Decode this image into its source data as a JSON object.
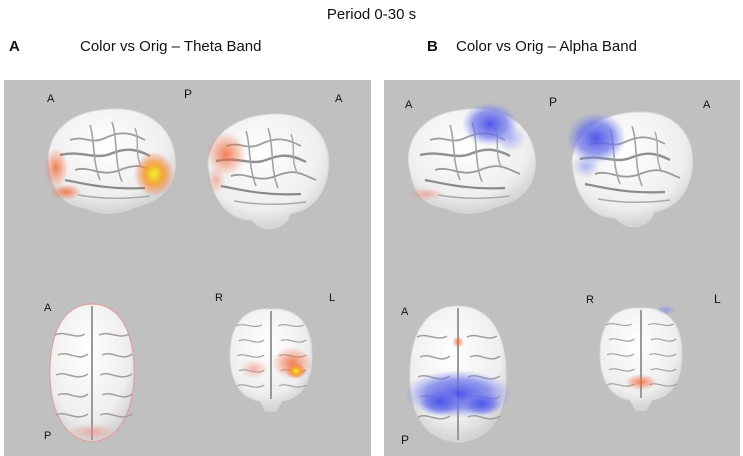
{
  "figure": {
    "title": "Period 0-30 s",
    "panels": [
      {
        "letter": "A",
        "title": "Color vs Orig – Theta Band",
        "views": [
          {
            "name": "left-lateral",
            "labels": [
              "A"
            ]
          },
          {
            "name": "right-lateral",
            "labels": [
              "P",
              "A"
            ]
          },
          {
            "name": "top",
            "labels": [
              "A",
              "P"
            ]
          },
          {
            "name": "posterior",
            "labels": [
              "R",
              "L"
            ]
          }
        ]
      },
      {
        "letter": "B",
        "title": "Color vs Orig – Alpha Band",
        "views": [
          {
            "name": "left-lateral",
            "labels": [
              "A"
            ]
          },
          {
            "name": "right-lateral",
            "labels": [
              "P",
              "A"
            ]
          },
          {
            "name": "top",
            "labels": [
              "A",
              "P"
            ]
          },
          {
            "name": "posterior",
            "labels": [
              "R",
              "L"
            ]
          }
        ]
      }
    ]
  },
  "colors": {
    "panel_background": "#c0c0c0",
    "brain": "#f2f2f2",
    "sulci": "#8f8f8f",
    "theta_activation": "#f26a3c",
    "theta_peak": "#f2e020",
    "alpha_activation": "#5a64e6"
  }
}
